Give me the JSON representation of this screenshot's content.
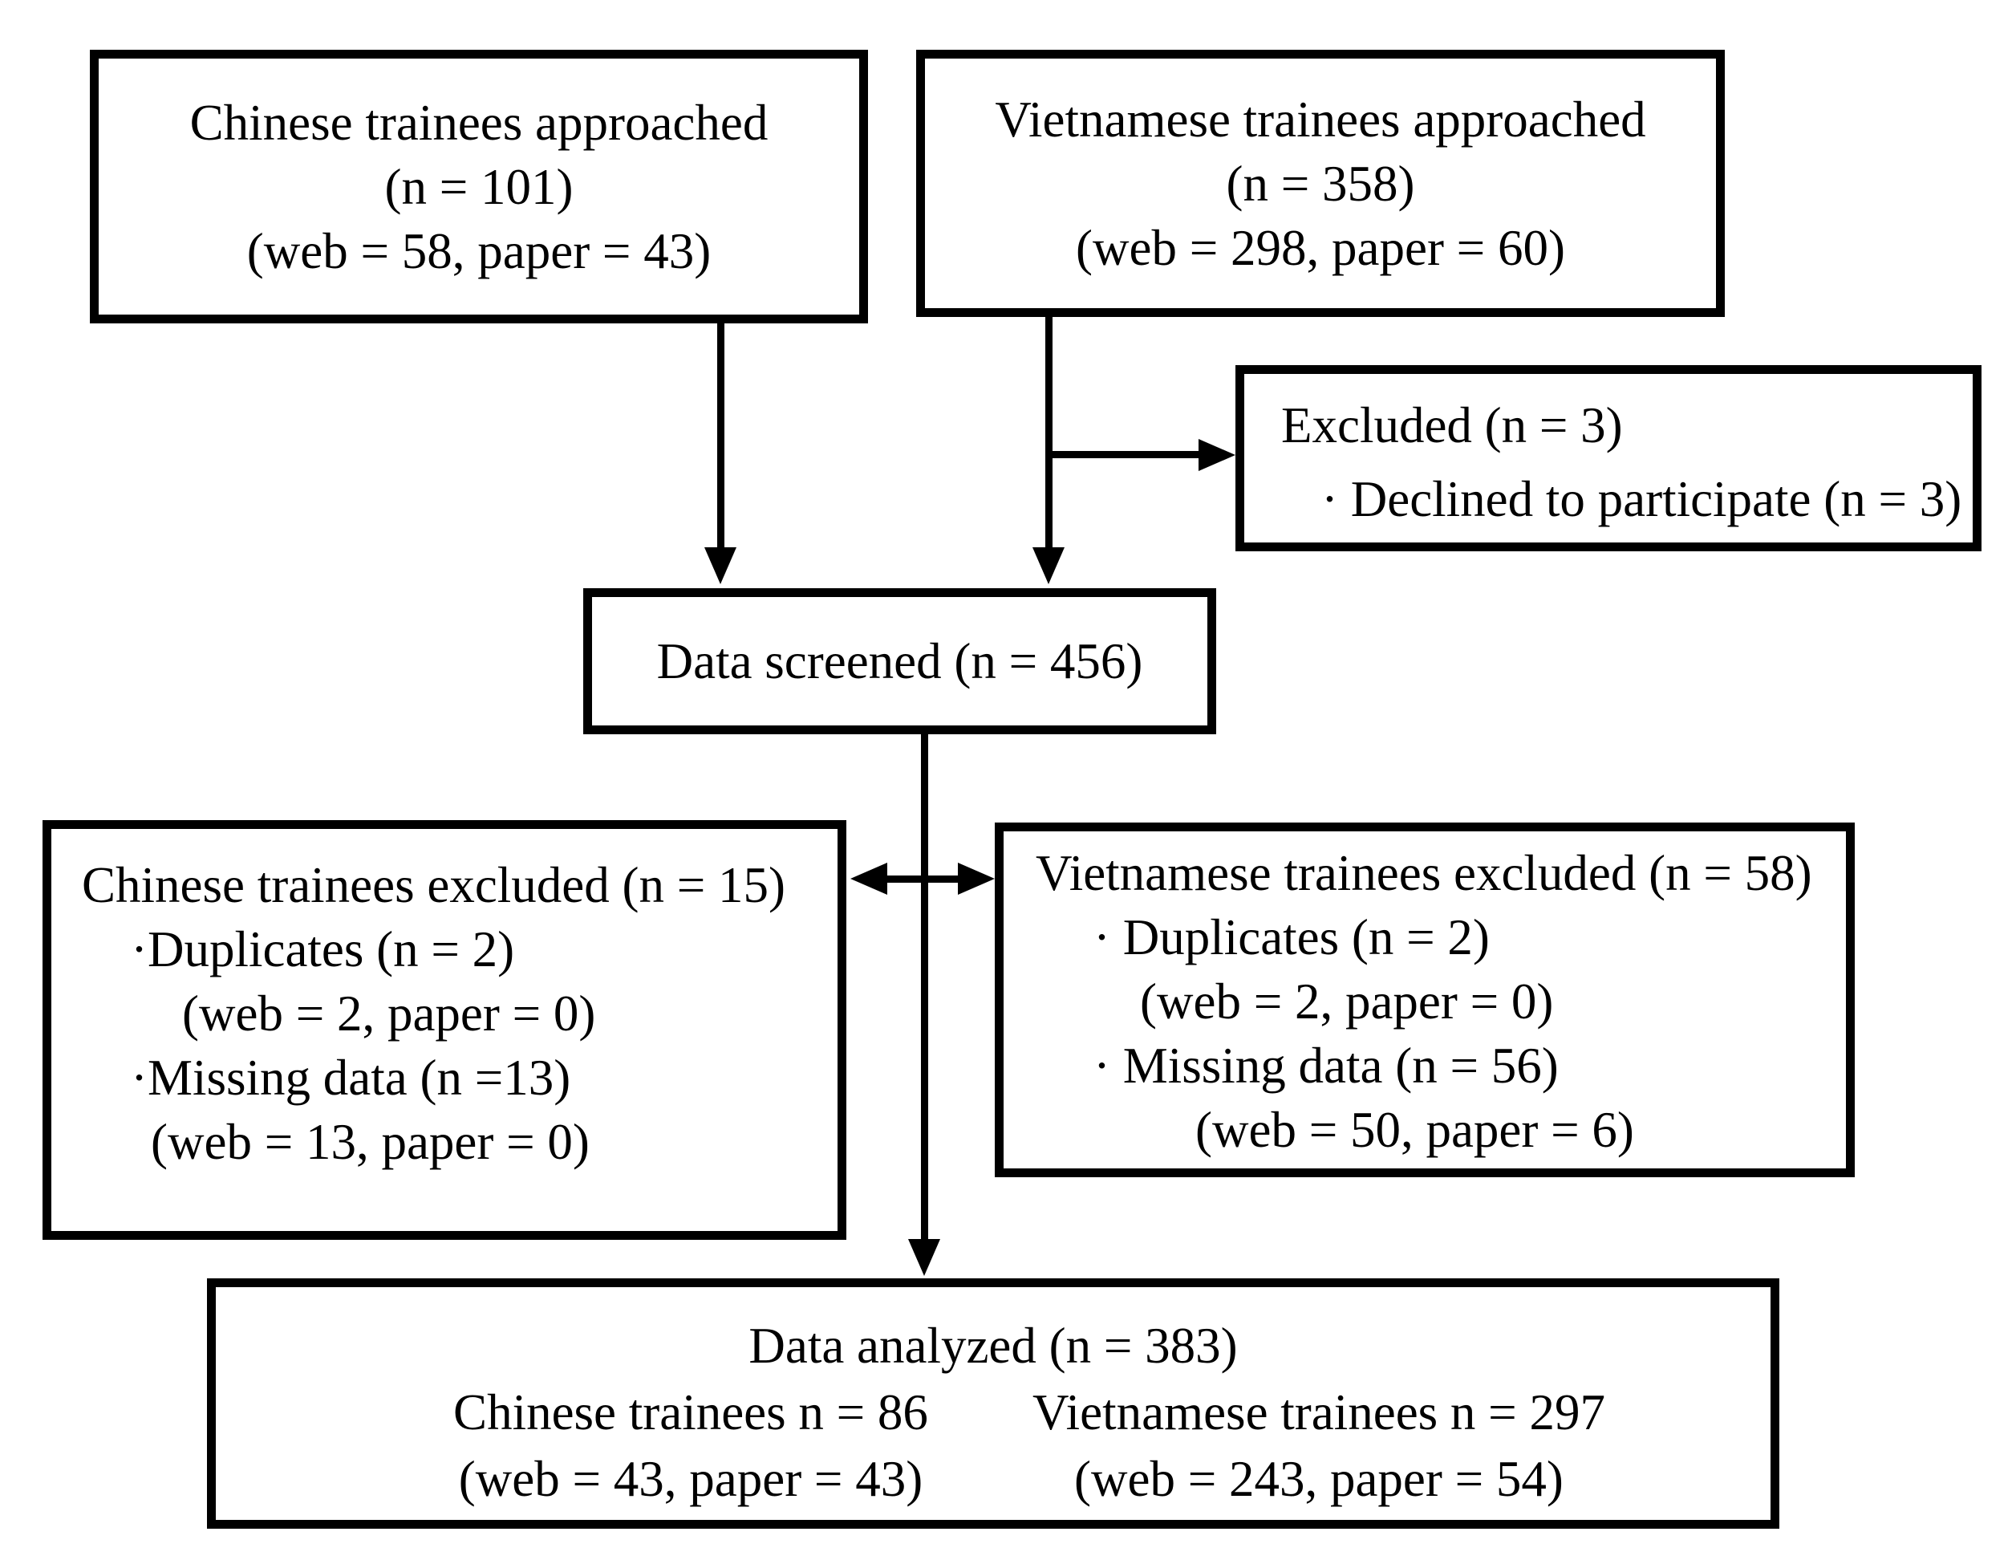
{
  "colors": {
    "ink": "#000000",
    "paper": "#ffffff"
  },
  "boxes": {
    "chinese_approached": {
      "lines": [
        "Chinese trainees approached",
        "(n = 101)",
        "(web = 58, paper = 43)"
      ]
    },
    "vietnamese_approached": {
      "lines": [
        "Vietnamese trainees approached",
        "(n = 358)",
        "(web = 298, paper = 60)"
      ]
    },
    "excluded": {
      "title": "Excluded (n = 3)",
      "bullet": "· Declined to participate (n = 3)"
    },
    "data_screened": {
      "title": "Data screened (n = 456)"
    },
    "chinese_excluded": {
      "title": "Chinese trainees excluded (n = 15)",
      "bullet1": "·Duplicates (n = 2)",
      "detail1": "(web = 2, paper = 0)",
      "bullet2": "·Missing data (n =13)",
      "detail2": "(web = 13, paper = 0)"
    },
    "vietnamese_excluded": {
      "title": "Vietnamese trainees excluded (n = 58)",
      "bullet1": "· Duplicates (n = 2)",
      "detail1": "(web = 2, paper = 0)",
      "bullet2": "· Missing data (n = 56)",
      "detail2": "(web = 50, paper = 6)"
    },
    "data_analyzed": {
      "title": "Data analyzed (n = 383)",
      "chinese_line": "Chinese trainees n = 86",
      "chinese_detail": "(web = 43, paper = 43)",
      "vietnamese_line": "Vietnamese trainees n = 297",
      "vietnamese_detail": "(web = 243, paper = 54)"
    }
  }
}
